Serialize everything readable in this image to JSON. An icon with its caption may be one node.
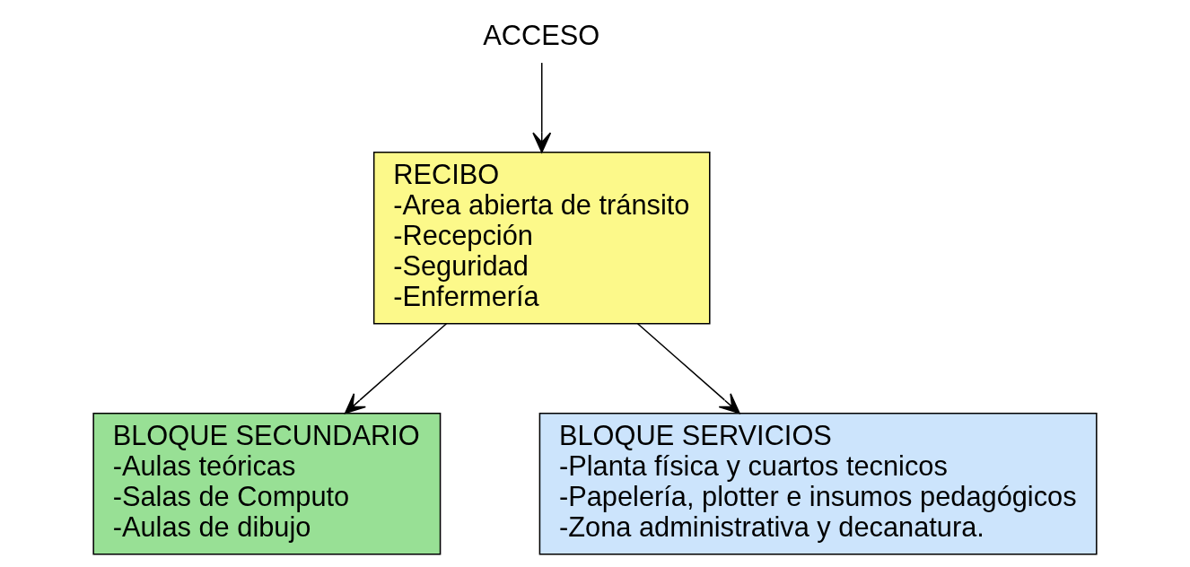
{
  "diagram": {
    "nodes": [
      {
        "text": [
          "BLOQUE SECUNDARIO",
          "-Aulas teóricas",
          "-Salas de Computo",
          "-Aulas de dibujo"
        ]
      },
      {
        "text": [
          "RECIBO",
          "-Area abierta de tránsito",
          "-Recepción",
          "-Seguridad",
          "-Enfermería"
        ]
      },
      {
        "text": [
          "BLOQUE SERVICIOS",
          "-Planta física y cuartos tecnicos",
          "-Papelería, plotter e insumos pedagógicos",
          "-Zona administrativa y decanatura."
        ]
      },
      {
        "text": [
          "ACCESO"
        ]
      }
    ],
    "edges": [
      {
        "from": 1,
        "to": 0,
        "arrow": "to"
      },
      {
        "from": 3,
        "to": 1,
        "arrow": "to"
      },
      {
        "from": 1,
        "to": 2,
        "arrow": "to"
      }
    ]
  }
}
